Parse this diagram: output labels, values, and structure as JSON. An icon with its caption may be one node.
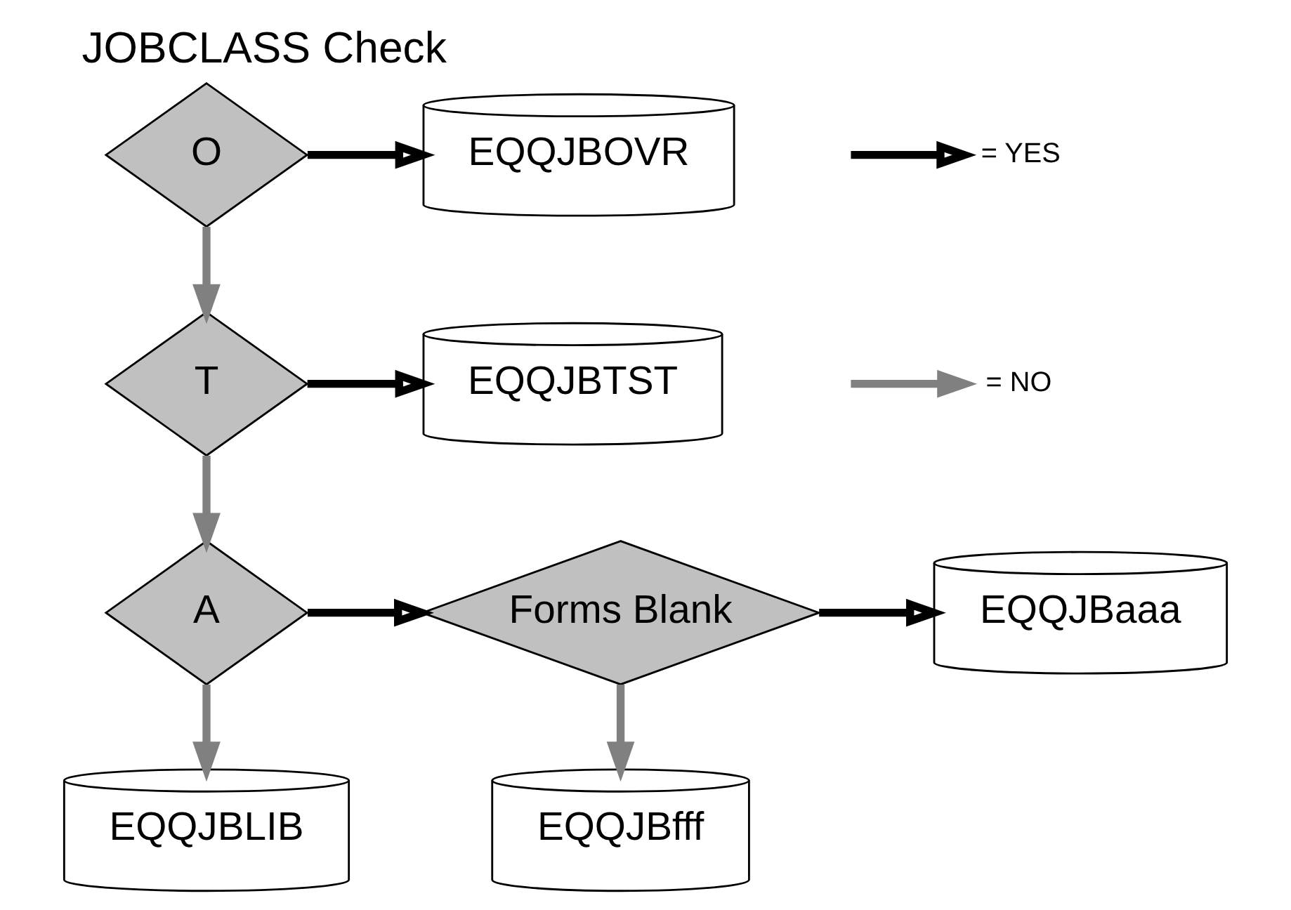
{
  "diagram": {
    "title": "JOBCLASS Check",
    "nodes": [
      {
        "text": [
          "O"
        ]
      },
      {
        "text": [
          "EQQJBOVR"
        ]
      },
      {
        "text": [
          "T"
        ]
      },
      {
        "text": [
          "EQQJBTST"
        ]
      },
      {
        "text": [
          "A"
        ]
      },
      {
        "text": [
          "Forms Blank"
        ]
      },
      {
        "text": [
          "EQQJBaaa"
        ]
      },
      {
        "text": [
          "EQQJBLIB"
        ]
      },
      {
        "text": [
          "EQQJBfff"
        ]
      }
    ],
    "edges": [
      {
        "from": 0,
        "to": 1,
        "arrow": "to"
      },
      {
        "from": 0,
        "to": 2,
        "arrow": "to",
        "color": "#808080"
      },
      {
        "from": 2,
        "to": 3,
        "arrow": "to"
      },
      {
        "from": 2,
        "to": 4,
        "arrow": "to",
        "color": "#808080"
      },
      {
        "from": 4,
        "to": 5,
        "arrow": "to"
      },
      {
        "from": 4,
        "to": 7,
        "arrow": "to",
        "color": "#808080"
      },
      {
        "from": 5,
        "to": 6,
        "arrow": "to"
      },
      {
        "from": 5,
        "to": 8,
        "arrow": "to",
        "color": "#808080"
      }
    ],
    "legend": [
      {
        "text": "= YES"
      },
      {
        "text": "= NO"
      }
    ]
  }
}
